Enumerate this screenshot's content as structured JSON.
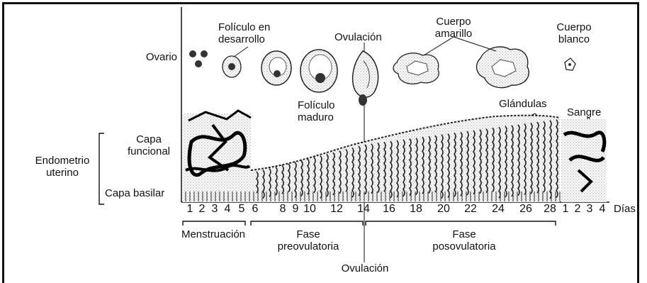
{
  "labels": {
    "ovario": "Ovario",
    "foliculo_desarrollo": "Folículo en\ndesarrollo",
    "ovulacion_top": "Ovulación",
    "cuerpo_amarillo": "Cuerpo\namarillo",
    "cuerpo_blanco": "Cuerpo\nblanco",
    "foliculo_maduro": "Folículo\nmaduro",
    "glandulas": "Glándulas",
    "sangre": "Sangre",
    "capa_funcional": "Capa\nfuncional",
    "endometrio_uterino": "Endometrio\nuterino",
    "capa_basilar": "Capa basilar",
    "dias": "Días",
    "menstruacion": "Menstruación",
    "fase_preovulatoria": "Fase\npreovulatoria",
    "fase_posovulatoria": "Fase\nposovulatoria",
    "ovulacion_bottom": "Ovulación"
  },
  "day_ticks": [
    "1",
    "2",
    "3",
    "4",
    "5",
    "6",
    "8",
    "9",
    "10",
    "12",
    "14",
    "16",
    "18",
    "20",
    "22",
    "24",
    "26",
    "28",
    "1",
    "2",
    "3",
    "4"
  ]
}
